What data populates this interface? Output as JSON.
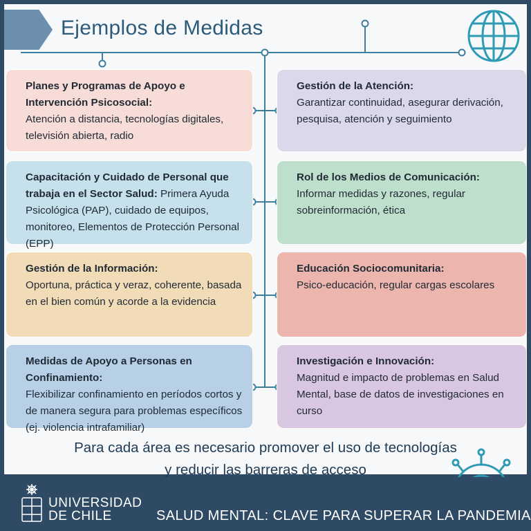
{
  "header": {
    "title": "Ejemplos de Medidas"
  },
  "cards": [
    {
      "heading": "Planes y Programas de Apoyo e Intervención Psicosocial:",
      "body": "Atención a distancia, tecnologías digitales, televisión abierta, radio",
      "color": "#f8dcd7"
    },
    {
      "heading": "Gestión de la Atención:",
      "body": "Garantizar continuidad, asegurar derivación, pesquisa, atención y seguimiento",
      "color": "#dcd8ec"
    },
    {
      "heading": "Capacitación y Cuidado de Personal que trabaja en el Sector Salud:",
      "body": "Primera Ayuda Psicológica (PAP), cuidado de equipos, monitoreo, Elementos de Protección Personal (EPP)",
      "color": "#c7e1ec"
    },
    {
      "heading": "Rol de los Medios de Comunicación:",
      "body": "Informar medidas y razones, regular sobreinformación, ética",
      "color": "#bedfcb"
    },
    {
      "heading": "Gestión de la Información:",
      "body": "Oportuna, práctica y veraz, coherente, basada en el bien común y acorde a la evidencia",
      "color": "#f2dcb8"
    },
    {
      "heading": "Educación Sociocomunitaria:",
      "body": "Psico-educación, regular cargas escolares",
      "color": "#ecb5ad"
    },
    {
      "heading": "Medidas de Apoyo a Personas en Confinamiento:",
      "body": "Flexibilizar confinamiento en períodos cortos y de manera segura para problemas específicos (ej. violencia intrafamiliar)",
      "color": "#b7d0e6"
    },
    {
      "heading": "Investigación e Innovación:",
      "body": "Magnitud e impacto de problemas en Salud Mental, base de datos de investigaciones en curso",
      "color": "#d9c6e0"
    }
  ],
  "footer": {
    "line1": "Para cada área es necesario promover el uso de tecnologías",
    "line2": "y reducir las barreras de acceso"
  },
  "branding": {
    "university_line1": "UNIVERSIDAD",
    "university_line2": "DE CHILE",
    "slogan": "SALUD MENTAL: CLAVE PARA SUPERAR LA PANDEMIA"
  },
  "colors": {
    "navy": "#2e4a64",
    "line": "#3d7f9e",
    "title": "#2d5a78"
  },
  "icons": [
    "globe-icon",
    "virus-icon",
    "university-logo"
  ]
}
